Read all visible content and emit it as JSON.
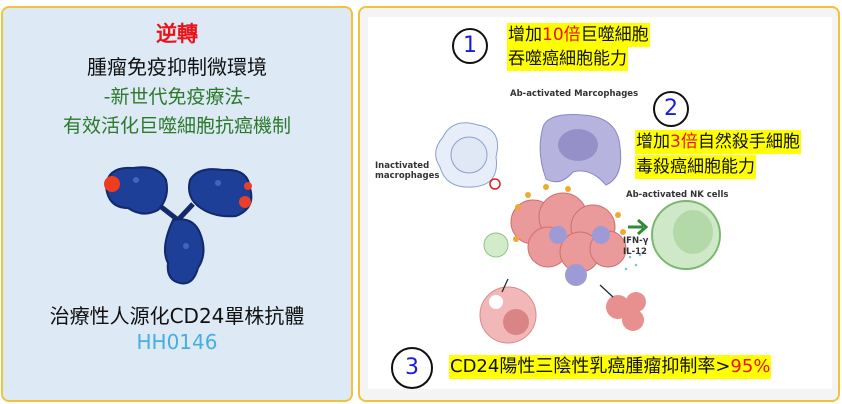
{
  "left_panel": {
    "title_red": "逆轉",
    "title_black": "腫瘤免疫抑制微環境",
    "subtitle_1": "-新世代免疫療法-",
    "subtitle_2": "有效活化巨噬細胞抗癌機制",
    "product_name": "治療性人源化CD24單株抗體",
    "product_code": "HH0146"
  },
  "right_panel": {
    "points": [
      {
        "number": "1",
        "line1_pre": "增加",
        "line1_highlight": "10倍",
        "line1_post": "巨噬細胞",
        "line2": "吞噬癌細胞能力"
      },
      {
        "number": "2",
        "line1_pre": "增加",
        "line1_highlight": "3倍",
        "line1_post": "自然殺手細胞",
        "line2": "毒殺癌細胞能力"
      },
      {
        "number": "3",
        "line1_pre": "CD24陽性三陰性乳癌腫瘤抑制率>",
        "line1_highlight": "95%"
      }
    ],
    "diagram_labels": {
      "activated_macrophages": "Ab-activated Marcophages",
      "inactivated_line1": "Inactivated",
      "inactivated_line2": "macrophages",
      "nk_cells": "Ab-activated NK cells",
      "cytokine_1": "IFN-γ",
      "cytokine_2": "IL-12"
    }
  },
  "colors": {
    "accent_red": "#f01010",
    "green": "#2b7a2b",
    "code_blue": "#45aee2",
    "border": "#f2c23c",
    "highlight": "#ffff00"
  }
}
